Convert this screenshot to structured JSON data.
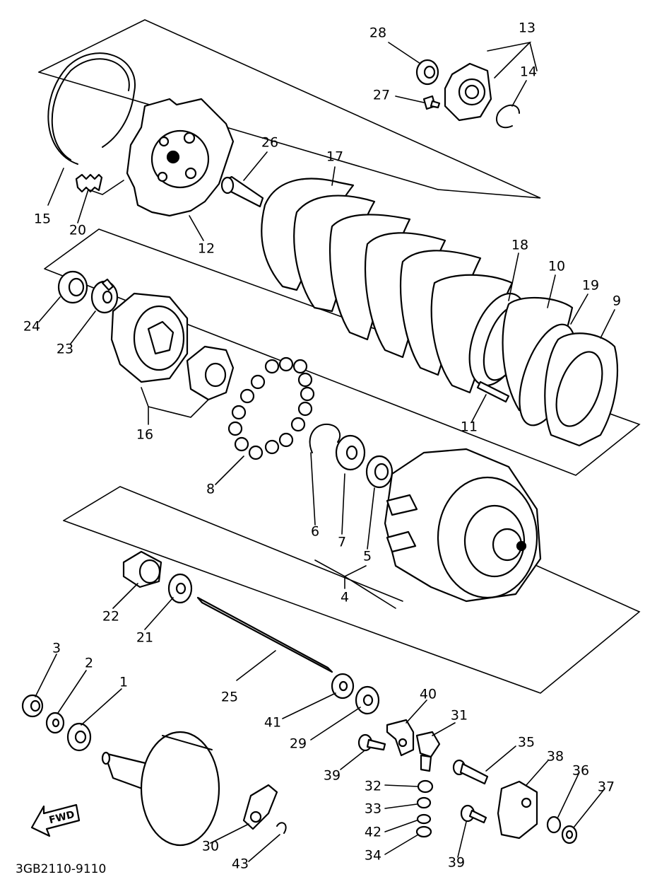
{
  "diagram_code": "3GB2110-9110",
  "fwd_label": "FWD",
  "callouts": [
    {
      "label": "28"
    },
    {
      "label": "13"
    },
    {
      "label": "14"
    },
    {
      "label": "27"
    },
    {
      "label": "26"
    },
    {
      "label": "17"
    },
    {
      "label": "15"
    },
    {
      "label": "20"
    },
    {
      "label": "12"
    },
    {
      "label": "18"
    },
    {
      "label": "10"
    },
    {
      "label": "19"
    },
    {
      "label": "9"
    },
    {
      "label": "24"
    },
    {
      "label": "23"
    },
    {
      "label": "16"
    },
    {
      "label": "11"
    },
    {
      "label": "8"
    },
    {
      "label": "6"
    },
    {
      "label": "7"
    },
    {
      "label": "5"
    },
    {
      "label": "4"
    },
    {
      "label": "22"
    },
    {
      "label": "21"
    },
    {
      "label": "3"
    },
    {
      "label": "2"
    },
    {
      "label": "1"
    },
    {
      "label": "25"
    },
    {
      "label": "41"
    },
    {
      "label": "29"
    },
    {
      "label": "40"
    },
    {
      "label": "31"
    },
    {
      "label": "39"
    },
    {
      "label": "35"
    },
    {
      "label": "38"
    },
    {
      "label": "36"
    },
    {
      "label": "37"
    },
    {
      "label": "32"
    },
    {
      "label": "33"
    },
    {
      "label": "42"
    },
    {
      "label": "34"
    },
    {
      "label": "30"
    },
    {
      "label": "43"
    },
    {
      "label": "39"
    }
  ]
}
